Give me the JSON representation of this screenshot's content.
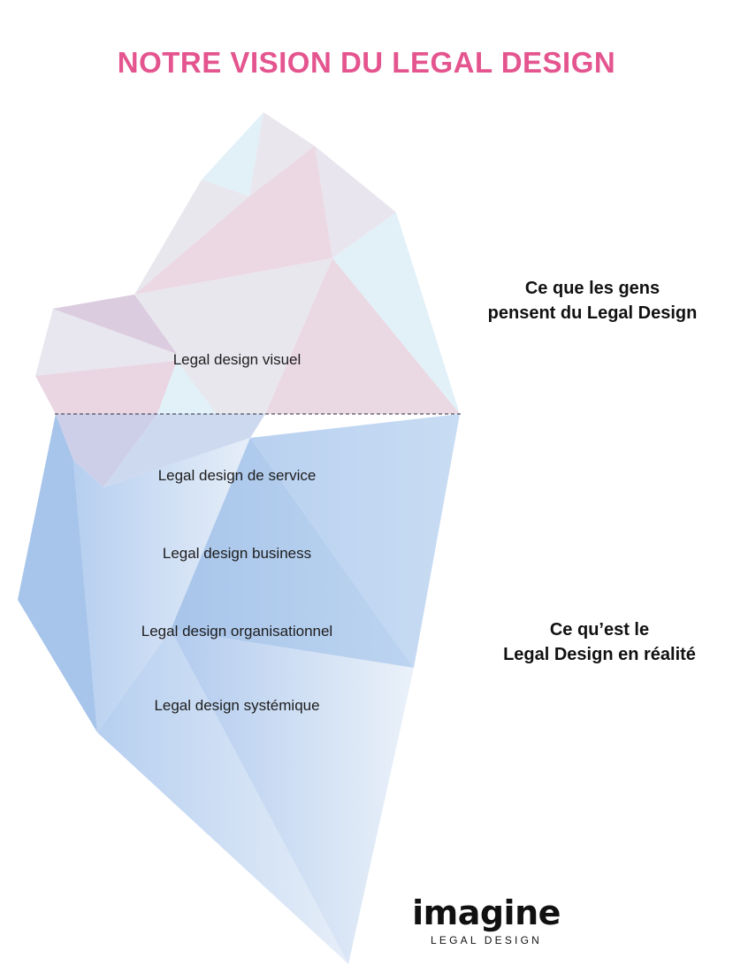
{
  "title": "NOTRE VISION DU LEGAL DESIGN",
  "layers": {
    "visible": "Legal design visuel",
    "hidden": [
      "Legal design de service",
      "Legal design business",
      "Legal design organisationnel",
      "Legal design systémique"
    ]
  },
  "captions": {
    "above": {
      "line1": "Ce que les gens",
      "line2": "pensent du Legal Design"
    },
    "below": {
      "line1": "Ce qu’est le",
      "line2": "Legal Design en réalité"
    }
  },
  "logo": {
    "word": "imagine",
    "sub": "LEGAL DESIGN"
  },
  "colors": {
    "title": "#e4558f",
    "pink": "#e9d6e2",
    "lavender": "#e8e6ee",
    "ice": "#e2f0f8",
    "mauve": "#d9c9dd",
    "blue": "#a9c6ea",
    "blue_light": "#dce8f6"
  }
}
